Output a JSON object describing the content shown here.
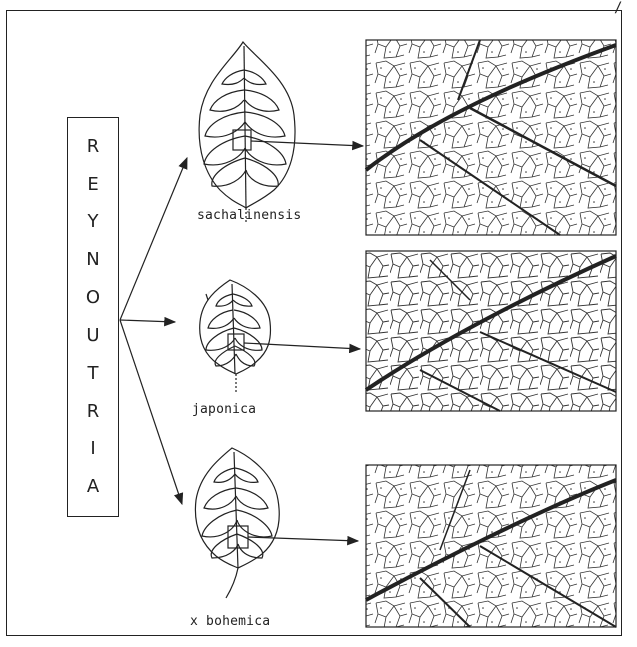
{
  "genus": {
    "name": "REYNOUTRIA",
    "letters": [
      "R",
      "E",
      "Y",
      "N",
      "O",
      "U",
      "T",
      "R",
      "I",
      "A"
    ]
  },
  "species": [
    {
      "key": "sachalinensis",
      "label": "sachalinensis"
    },
    {
      "key": "japonica",
      "label": "japonica"
    },
    {
      "key": "bohemica",
      "label": "x bohemica"
    }
  ],
  "colors": {
    "ink": "#222222",
    "background": "#ffffff"
  }
}
